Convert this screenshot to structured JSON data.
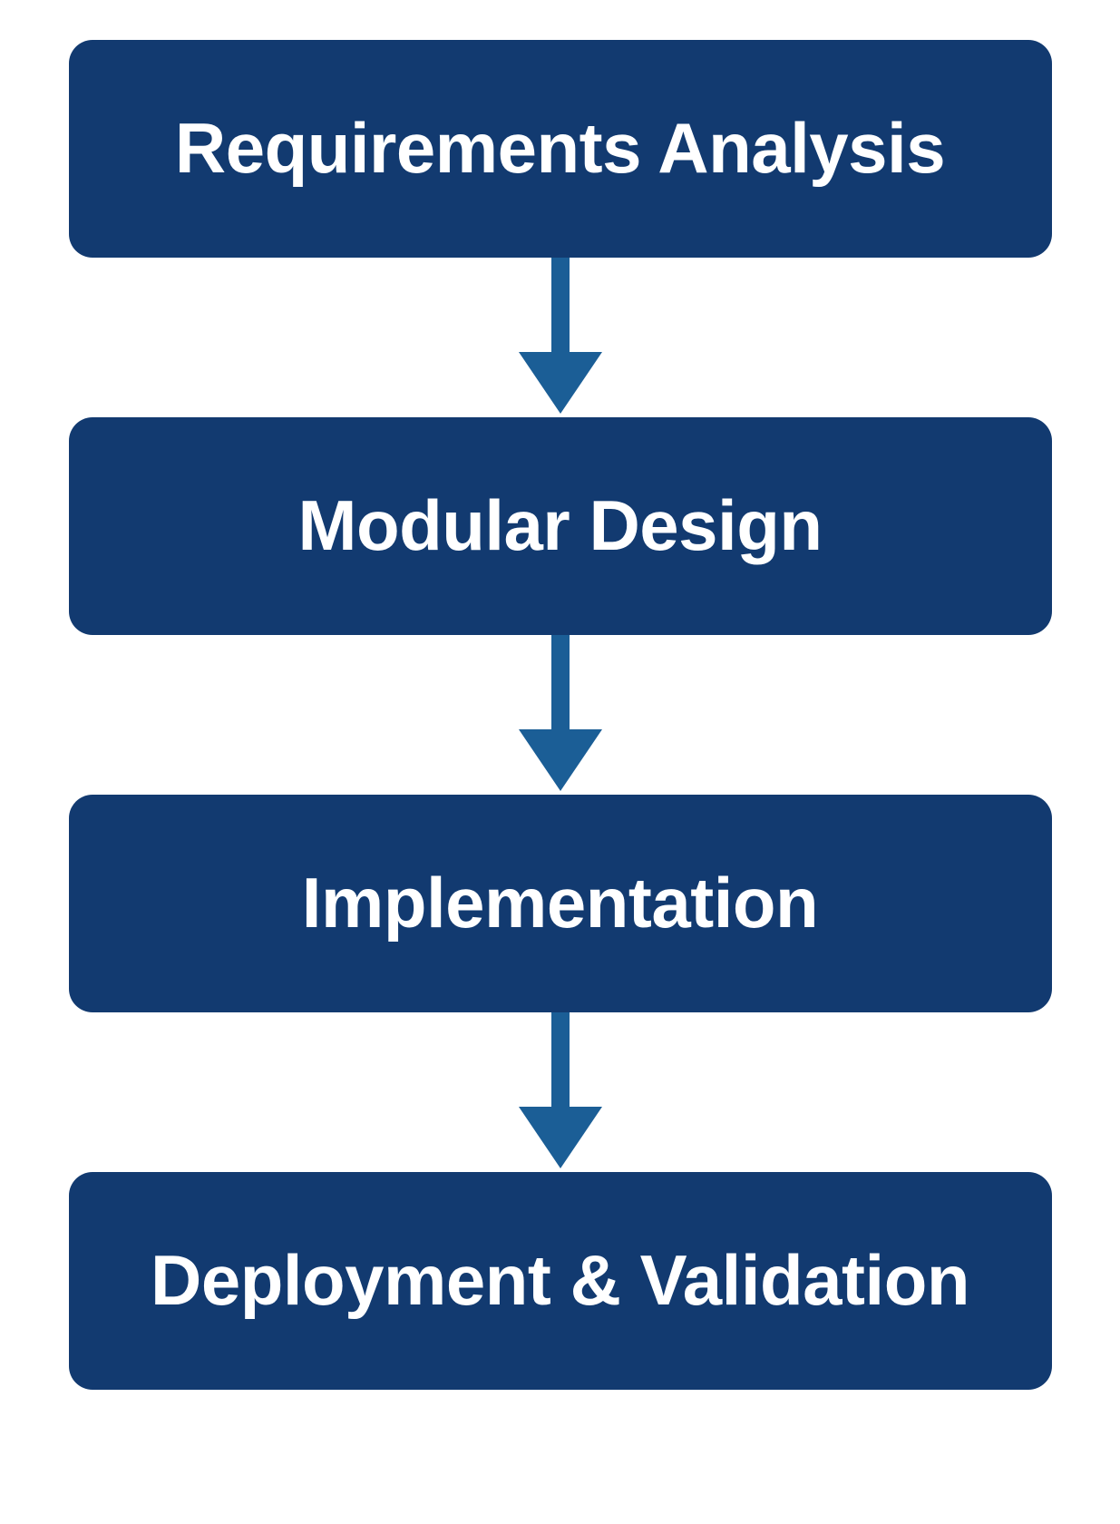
{
  "diagram": {
    "type": "flowchart",
    "orientation": "vertical",
    "background_color": "#ffffff",
    "node_fill_color": "#123a70",
    "node_text_color": "#ffffff",
    "arrow_color": "#1b5e96",
    "nodes": [
      {
        "id": "requirements-analysis",
        "label": "Requirements Analysis"
      },
      {
        "id": "modular-design",
        "label": "Modular Design"
      },
      {
        "id": "implementation",
        "label": "Implementation"
      },
      {
        "id": "deployment-validation",
        "label": "Deployment & Validation"
      }
    ],
    "connectors": [
      {
        "from": "requirements-analysis",
        "to": "modular-design",
        "icon": "down-arrow-icon"
      },
      {
        "from": "modular-design",
        "to": "implementation",
        "icon": "down-arrow-icon"
      },
      {
        "from": "implementation",
        "to": "deployment-validation",
        "icon": "down-arrow-icon"
      }
    ]
  }
}
